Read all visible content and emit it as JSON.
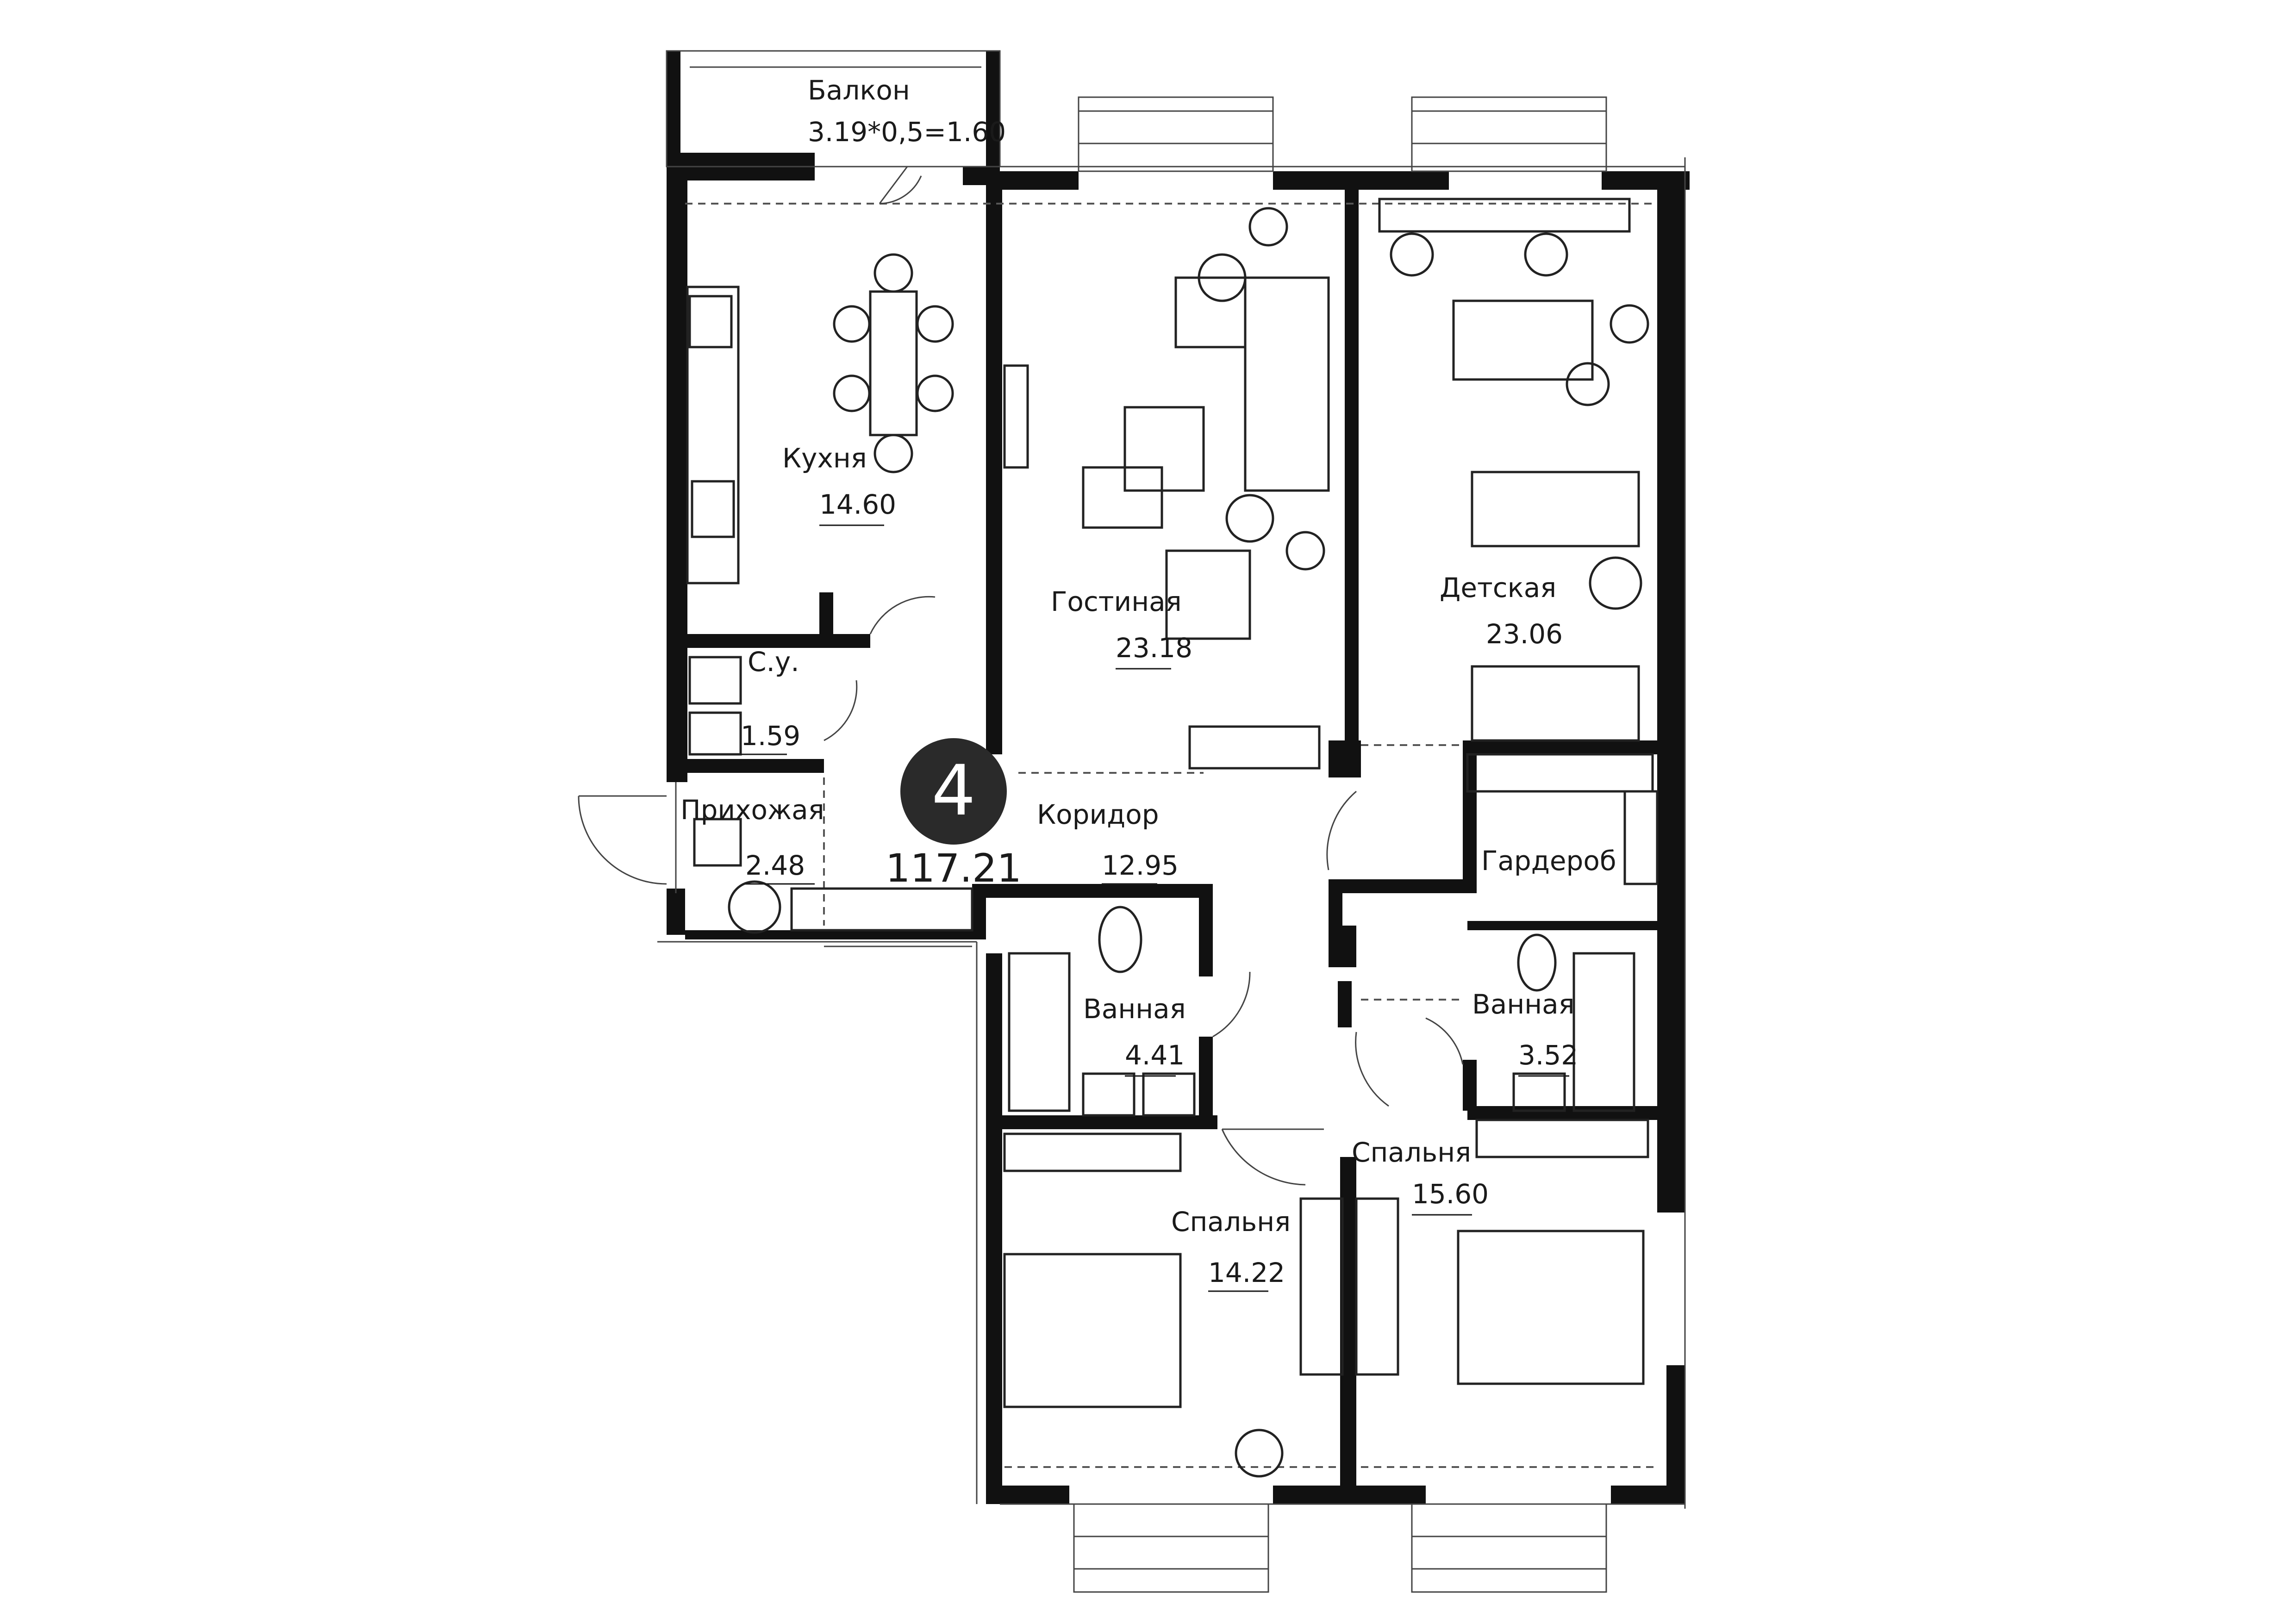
{
  "apartment": {
    "room_count": "4",
    "total_area": "117.21"
  },
  "rooms": {
    "balcony": {
      "name": "Балкон",
      "area": "3.19*0,5=1.60"
    },
    "kitchen": {
      "name": "Кухня",
      "area": "14.60"
    },
    "living": {
      "name": "Гостиная",
      "area": "23.18"
    },
    "kids": {
      "name": "Детская",
      "area": "23.06"
    },
    "wc": {
      "name": "С.у.",
      "area": "1.59"
    },
    "hall": {
      "name": "Прихожая",
      "area": "2.48"
    },
    "corridor": {
      "name": "Коридор",
      "area": "12.95"
    },
    "wardrobe": {
      "name": "Гардероб",
      "area": ""
    },
    "bath1": {
      "name": "Ванная",
      "area": "4.41"
    },
    "bath2": {
      "name": "Ванная",
      "area": "3.52"
    },
    "bedroom1": {
      "name": "Спальня",
      "area": "14.22"
    },
    "bedroom2": {
      "name": "Спальня",
      "area": "15.60"
    }
  },
  "colors": {
    "wall": "#111111",
    "line": "#222222",
    "background": "#ffffff"
  }
}
